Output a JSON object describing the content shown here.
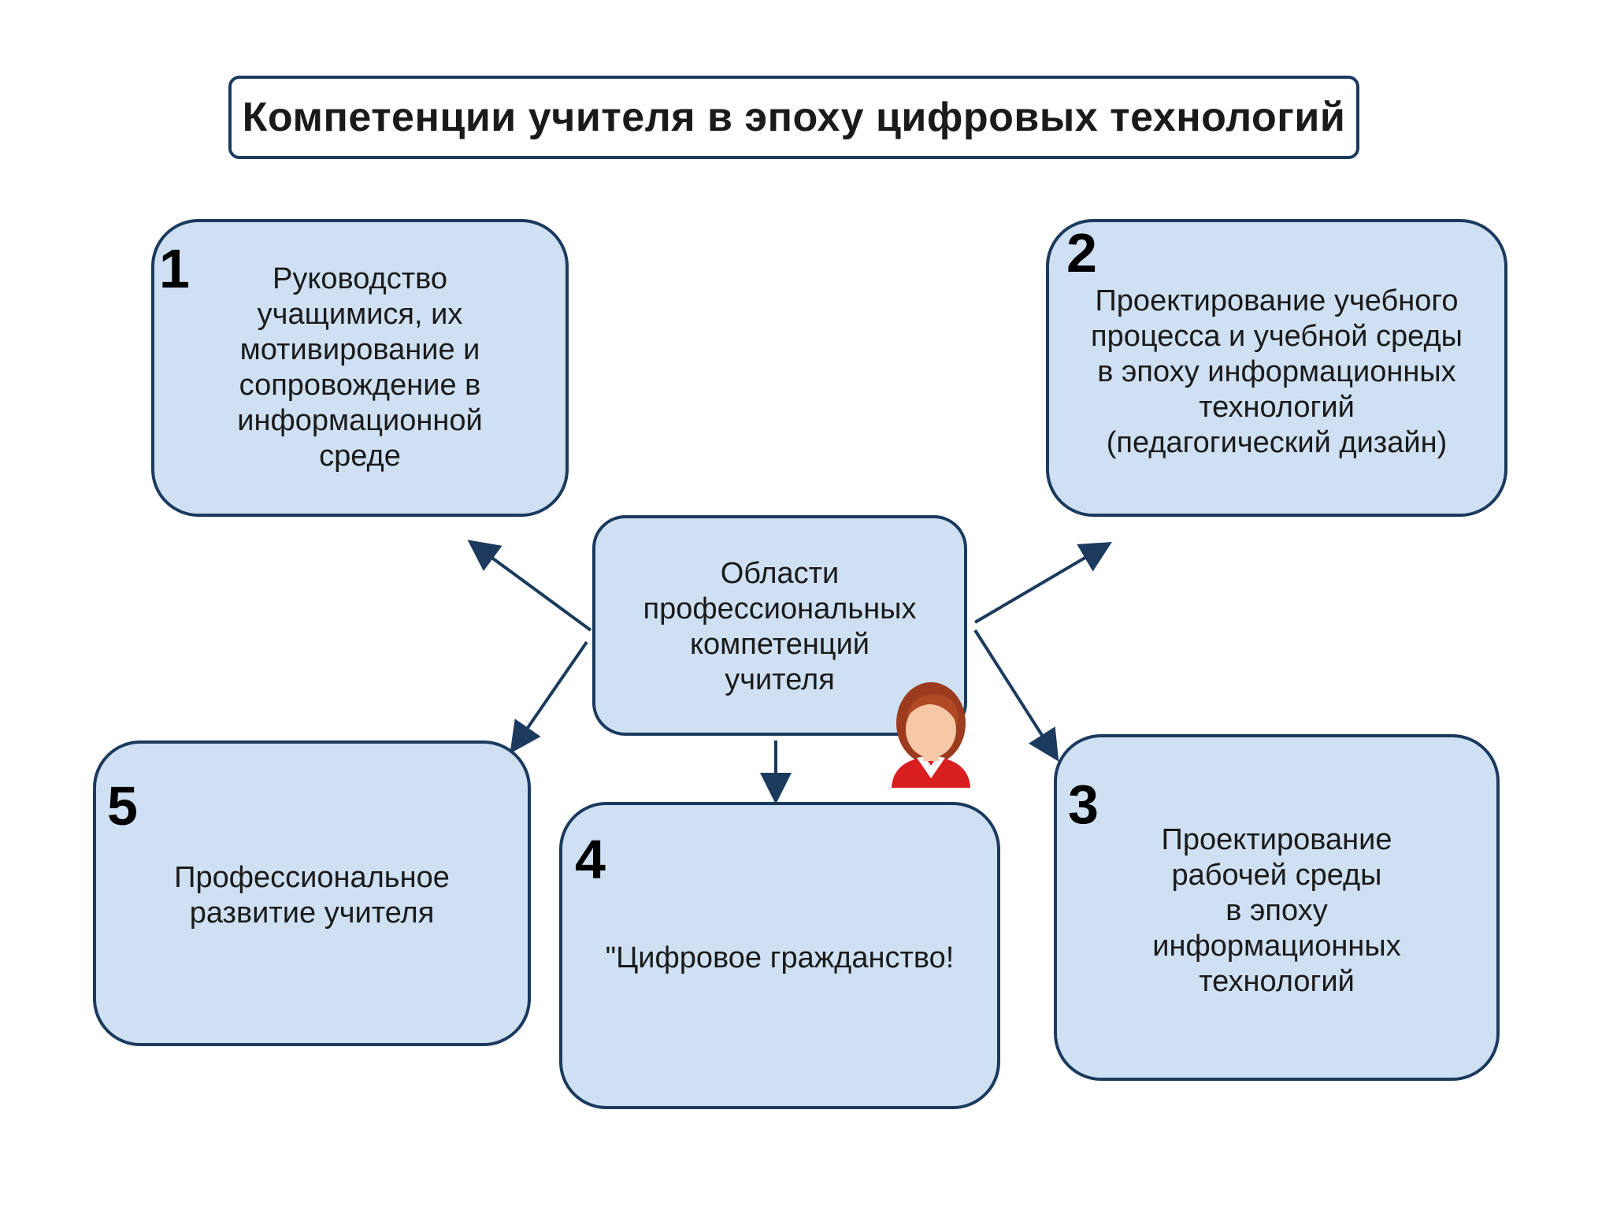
{
  "title": "Компетенции учителя в эпоху цифровых технологий",
  "center": {
    "text": "Области\nпрофессиональных\nкомпетенций\nучителя"
  },
  "nodes": [
    {
      "number": "1",
      "text": "Руководство\nучащимися, их\nмотивирование и\nсопровождение в\nинформационной\nсреде"
    },
    {
      "number": "2",
      "text": "Проектирование учебного\nпроцесса и учебной среды\nв эпоху информационных\nтехнологий\n(педагогический дизайн)"
    },
    {
      "number": "3",
      "text": "Проектирование\nрабочей среды\nв эпоху\nинформационных\nтехнологий"
    },
    {
      "number": "4",
      "text": "\"Цифровое гражданство!"
    },
    {
      "number": "5",
      "text": "Профессиональное\nразвитие учителя"
    }
  ],
  "icons": {
    "teacher": "teacher-woman-icon"
  },
  "colors": {
    "box_fill": "#cfe0f3",
    "box_border": "#1b3a5e",
    "arrow": "#1b3a5e"
  }
}
